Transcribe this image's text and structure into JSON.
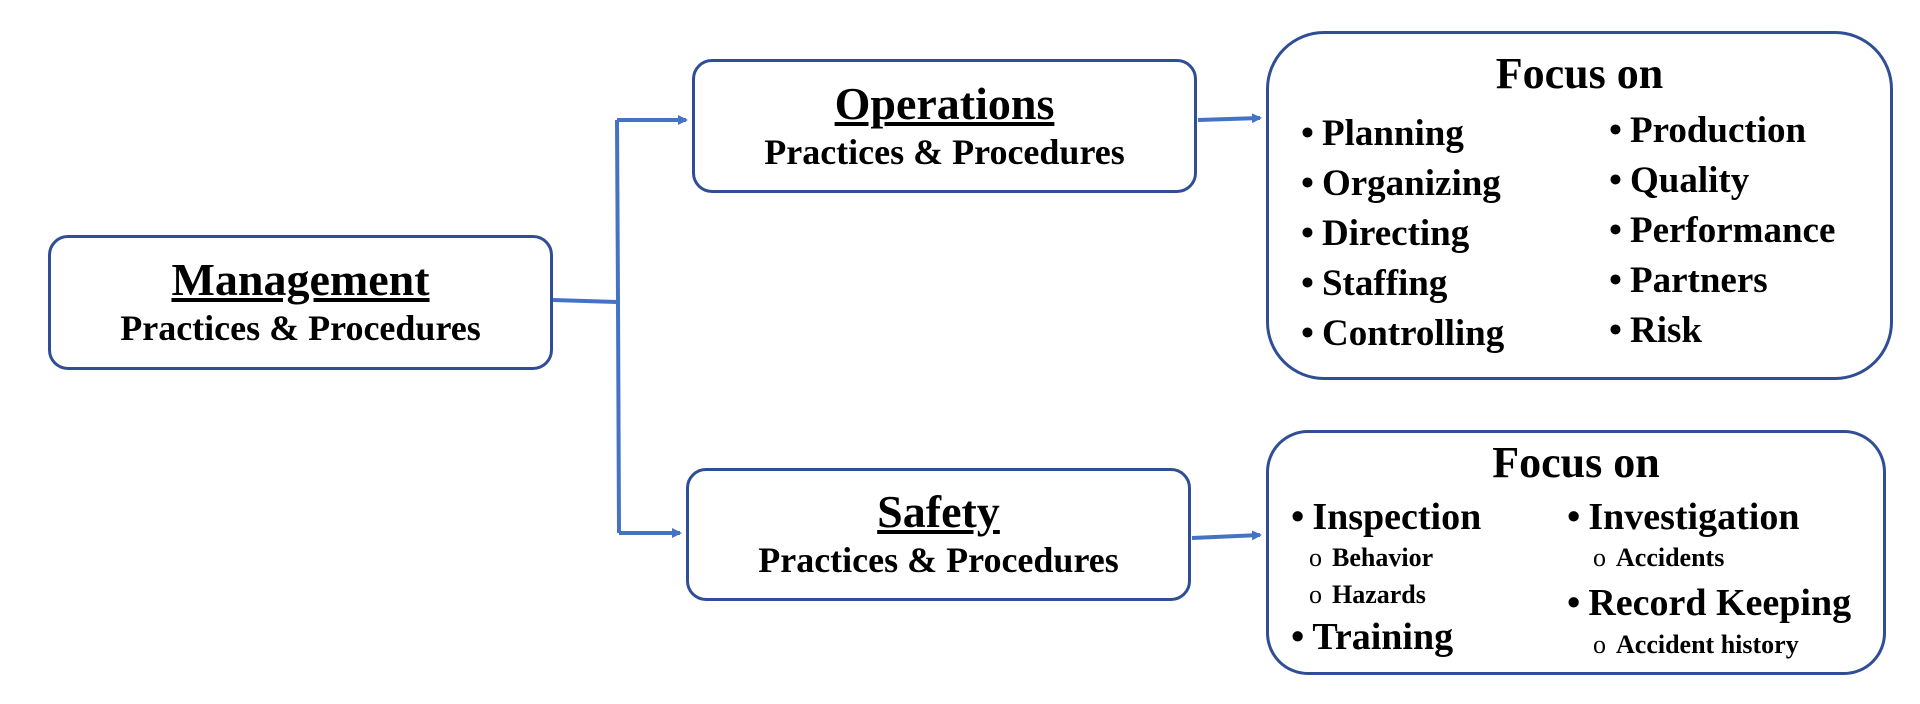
{
  "colors": {
    "line": "#4472C4",
    "box_border": "#2F4E96"
  },
  "management": {
    "title": "Management",
    "subtitle": "Practices & Procedures"
  },
  "operations": {
    "title": "Operations",
    "subtitle": "Practices & Procedures"
  },
  "safety": {
    "title": "Safety",
    "subtitle": "Practices & Procedures"
  },
  "operations_focus": {
    "title": "Focus on",
    "left_items": [
      "Planning",
      "Organizing",
      "Directing",
      "Staffing",
      "Controlling"
    ],
    "right_items": [
      "Production",
      "Quality",
      "Performance",
      "Partners",
      "Risk"
    ]
  },
  "safety_focus": {
    "title": "Focus on",
    "inspection": {
      "label": "Inspection",
      "subitems": [
        "Behavior",
        "Hazards"
      ]
    },
    "training": {
      "label": "Training"
    },
    "investigation": {
      "label": "Investigation",
      "subitems": [
        "Accidents"
      ]
    },
    "record_keeping": {
      "label": "Record Keeping",
      "subitems": [
        "Accident history"
      ]
    }
  }
}
